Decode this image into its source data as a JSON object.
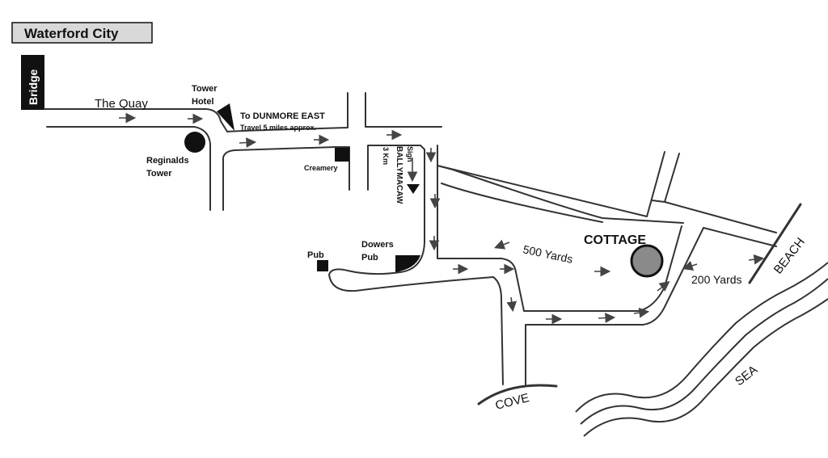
{
  "title": "Waterford City",
  "labels": {
    "bridge": "Bridge",
    "the_quay": "The Quay",
    "tower_hotel_line1": "Tower",
    "tower_hotel_line2": "Hotel",
    "to_dunmore_east": "To DUNMORE EAST",
    "travel_note": "Travel 5 miles approx.",
    "reginalds_line1": "Reginalds",
    "reginalds_line2": "Tower",
    "creamery": "Creamery",
    "sign": "Sign",
    "ballymacaw": "BALLYMACAW",
    "three_km": "3 Km",
    "dowers_line1": "Dowers",
    "dowers_line2": "Pub",
    "pub": "Pub",
    "cottage": "COTTAGE",
    "five_hundred_yards": "500 Yards",
    "two_hundred_yards": "200 Yards",
    "beach": "BEACH",
    "sea": "SEA",
    "cove": "COVE"
  },
  "colors": {
    "road": "#333333",
    "marker": "#111111",
    "cottage_fill": "#8a8a8a",
    "title_bg": "#d9d9d9"
  }
}
